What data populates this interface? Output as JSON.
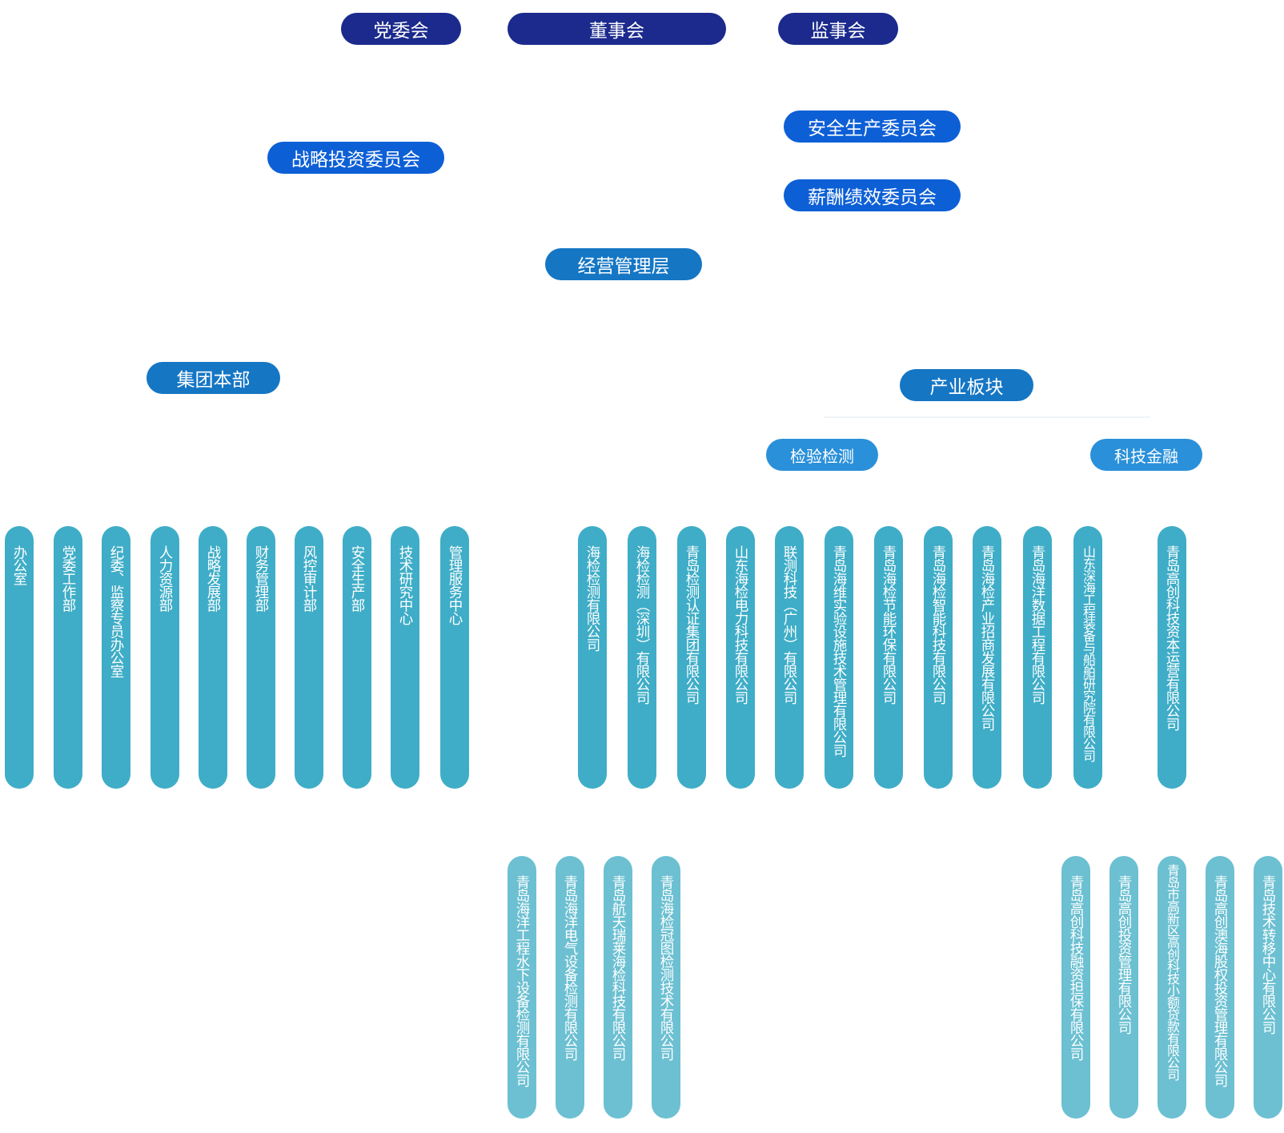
{
  "top": {
    "party": "党委会",
    "board": "董事会",
    "supervisors": "监事会"
  },
  "committees": {
    "strategy": "战略投资委员会",
    "safety": "安全生产委员会",
    "salary": "薪酬绩效委员会"
  },
  "management": "经营管理层",
  "hq": {
    "title": "集团本部",
    "departments": [
      "办公室",
      "党委工作部",
      "纪委、监察专员办公室",
      "人力资源部",
      "战略发展部",
      "财务管理部",
      "风控审计部",
      "安全生产部",
      "技术研究中心",
      "管理服务中心"
    ]
  },
  "industry": {
    "title": "产业板块",
    "inspection": {
      "title": "检验检测",
      "companies": [
        "海检检测有限公司",
        "海检检测（深圳）有限公司",
        "青岛检测认证集团有限公司",
        "山东海检电力科技有限公司",
        "联测科技（广州）有限公司",
        "青岛海维实验设施技术管理有限公司",
        "青岛海检节能环保有限公司",
        "青岛海检智能科技有限公司",
        "青岛海检产业招商发展有限公司",
        "青岛海洋数据工程有限公司",
        "山东深海工程装备与船舶研究院有限公司"
      ],
      "subsidiaries": [
        "青岛海洋工程水下设备检测有限公司",
        "青岛海洋电气设备检测有限公司",
        "青岛航天瑞莱海检科技有限公司",
        "青岛海检冠图检测技术有限公司"
      ]
    },
    "finance": {
      "title": "科技金融",
      "companies": [
        "青岛高创科技资本运营有限公司"
      ],
      "subsidiaries": [
        "青岛高创科技融资担保有限公司",
        "青岛高创投资管理有限公司",
        "青岛市高新区高创科技小额贷款有限公司",
        "青岛高创澳海股权投资管理有限公司",
        "青岛技术转移中心有限公司"
      ]
    }
  },
  "colors": {
    "navy": "#1b2a8c",
    "blue": "#0d5fd6",
    "mid": "#1576c4",
    "light": "#2a90da",
    "teal": "#3fadc7",
    "teal_light": "#6cc0d2"
  }
}
